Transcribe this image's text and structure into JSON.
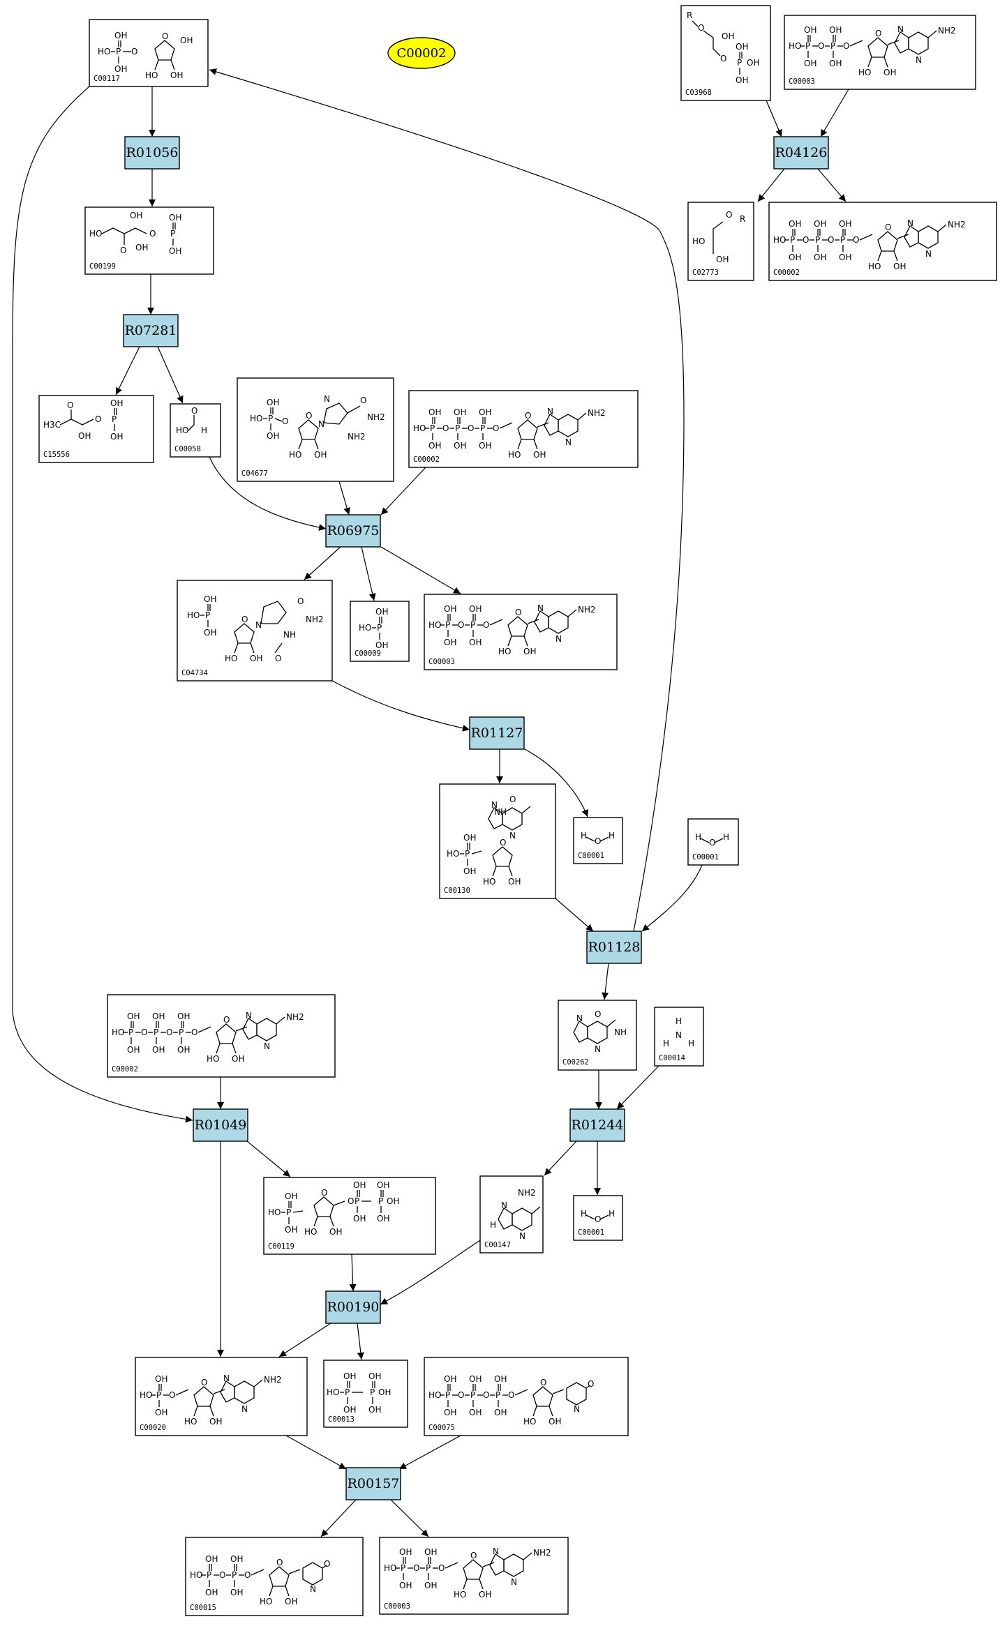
{
  "title_node": {
    "label": "C00002",
    "fill": "#ffff00"
  },
  "colors": {
    "reaction_fill": "#add8e6",
    "compound_fill": "#ffffff",
    "edge": "#000000"
  },
  "reactions": [
    {
      "id": "R01056"
    },
    {
      "id": "R07281"
    },
    {
      "id": "R04126"
    },
    {
      "id": "R06975"
    },
    {
      "id": "R01127"
    },
    {
      "id": "R01128"
    },
    {
      "id": "R01049"
    },
    {
      "id": "R01244"
    },
    {
      "id": "R00190"
    },
    {
      "id": "R00157"
    }
  ],
  "compounds": [
    {
      "id": "C00117",
      "structure": "ribose-5-phosphate"
    },
    {
      "id": "C00199",
      "structure": "ribulose-5-phosphate"
    },
    {
      "id": "C15556",
      "structure": "hydroxyacetone-phosphate"
    },
    {
      "id": "C00058",
      "structure": "formate"
    },
    {
      "id": "C04677",
      "structure": "aicar"
    },
    {
      "id": "C00002",
      "structure": "atp"
    },
    {
      "id": "C04734",
      "structure": "faicar"
    },
    {
      "id": "C00009",
      "structure": "phosphate"
    },
    {
      "id": "C00003",
      "structure": "adp"
    },
    {
      "id": "C00130",
      "structure": "imp"
    },
    {
      "id": "C00001",
      "structure": "water"
    },
    {
      "id": "C00262",
      "structure": "hypoxanthine"
    },
    {
      "id": "C00014",
      "structure": "ammonia"
    },
    {
      "id": "C00147",
      "structure": "adenine"
    },
    {
      "id": "C00119",
      "structure": "prpp"
    },
    {
      "id": "C00020",
      "structure": "amp"
    },
    {
      "id": "C00013",
      "structure": "diphosphate"
    },
    {
      "id": "C00075",
      "structure": "utp"
    },
    {
      "id": "C00015",
      "structure": "udp"
    },
    {
      "id": "C03968",
      "structure": "acylglycerol-phosphate"
    },
    {
      "id": "C02773",
      "structure": "diacylglycerol"
    }
  ],
  "structure_atoms": {
    "ho": "HO",
    "oh": "OH",
    "o": "O",
    "p": "P",
    "h": "H",
    "n": "N",
    "nh": "NH",
    "nh2": "NH2",
    "h3c": "H3C",
    "r": "R",
    "oh_base": "OH"
  }
}
